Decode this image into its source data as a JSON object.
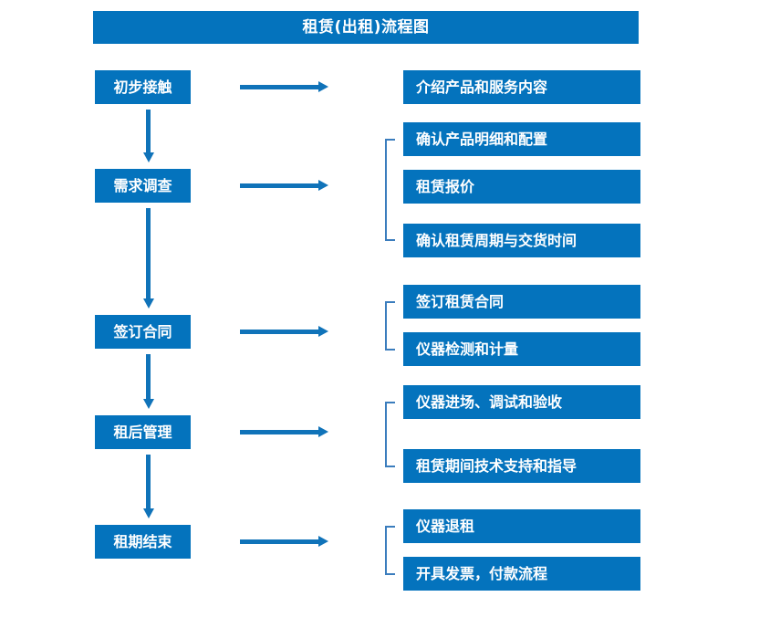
{
  "title": "租赁(出租)流程图",
  "colors": {
    "box_blue": "#0473bd",
    "arrow_blue": "#1073b9",
    "bracket_blue": "#3b7dbd",
    "text_white": "#ffffff",
    "background": "#ffffff"
  },
  "stages": [
    {
      "label": "初步接触"
    },
    {
      "label": "需求调查"
    },
    {
      "label": "签订合同"
    },
    {
      "label": "租后管理"
    },
    {
      "label": "租期结束"
    }
  ],
  "details": [
    {
      "label": "介绍产品和服务内容"
    },
    {
      "label": "确认产品明细和配置"
    },
    {
      "label": "租赁报价"
    },
    {
      "label": "确认租赁周期与交货时间"
    },
    {
      "label": "签订租赁合同"
    },
    {
      "label": "仪器检测和计量"
    },
    {
      "label": "仪器进场、调试和验收"
    },
    {
      "label": "租赁期间技术支持和指导"
    },
    {
      "label": "仪器退租"
    },
    {
      "label": "开具发票，付款流程"
    }
  ],
  "chart_data": {
    "type": "diagram",
    "title": "租赁(出租)流程图",
    "orientation": "vertical-with-branches",
    "nodes": [
      {
        "stage": "初步接触",
        "outputs": [
          "介绍产品和服务内容"
        ],
        "bracketed": false
      },
      {
        "stage": "需求调查",
        "outputs": [
          "确认产品明细和配置",
          "租赁报价",
          "确认租赁周期与交货时间"
        ],
        "bracketed": true
      },
      {
        "stage": "签订合同",
        "outputs": [
          "签订租赁合同",
          "仪器检测和计量"
        ],
        "bracketed": true
      },
      {
        "stage": "租后管理",
        "outputs": [
          "仪器进场、调试和验收",
          "租赁期间技术支持和指导"
        ],
        "bracketed": true
      },
      {
        "stage": "租期结束",
        "outputs": [
          "仪器退租",
          "开具发票，付款流程"
        ],
        "bracketed": true
      }
    ],
    "edges": [
      {
        "from": "初步接触",
        "to": "需求调查",
        "kind": "down-arrow"
      },
      {
        "from": "需求调查",
        "to": "签订合同",
        "kind": "down-arrow"
      },
      {
        "from": "签订合同",
        "to": "租后管理",
        "kind": "down-arrow"
      },
      {
        "from": "租后管理",
        "to": "租期结束",
        "kind": "down-arrow"
      }
    ]
  }
}
